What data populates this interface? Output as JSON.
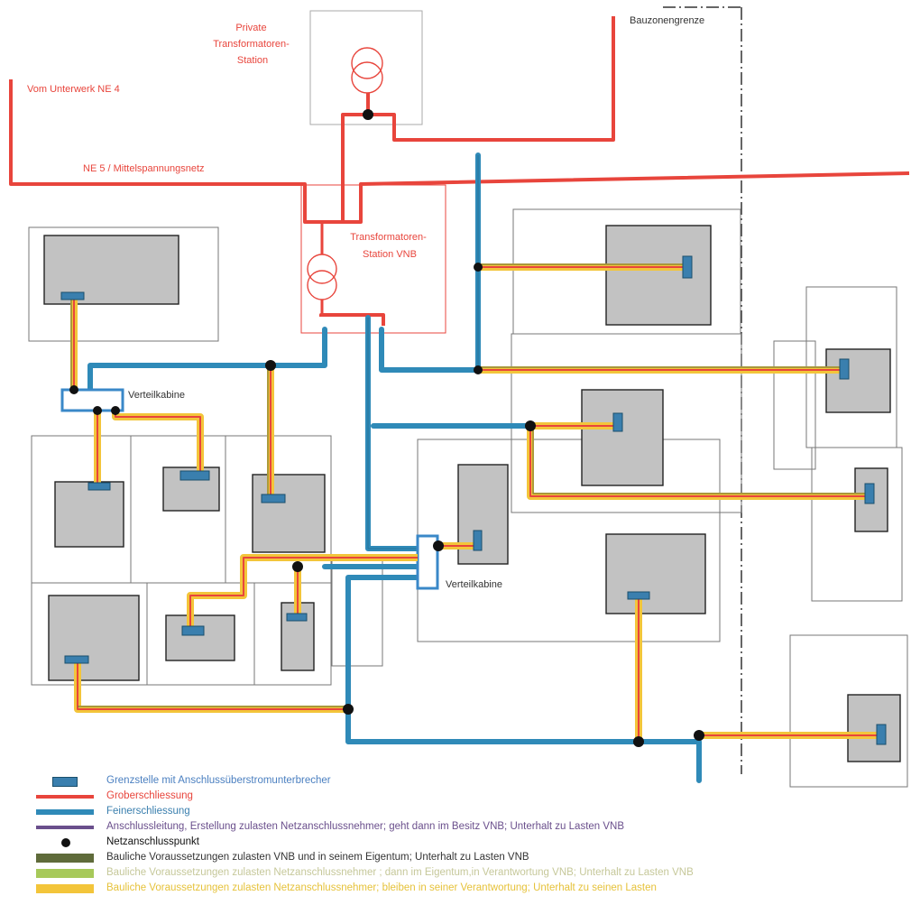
{
  "labels": {
    "private_station": "Private\nTransformatoren-\nStation",
    "bauzonengrenze": "Bauzonengrenze",
    "vom_unterwerk": "Vom Unterwerk NE 4",
    "ne5": "NE 5 / Mittelspannungsnetz",
    "vnb_station": "Transformatoren-\nStation VNB",
    "verteilkabine_1": "Verteilkabine",
    "verteilkabine_2": "Verteilkabine"
  },
  "colors": {
    "grob": "#e8453c",
    "fein": "#2f8ab8",
    "anschluss": "#6a4f8c",
    "punkt": "#111111",
    "grenzstelle": "#3a7fae",
    "bau_vnb": "#5f6b3a",
    "bau_nan_green": "#a7c95a",
    "bau_nan_yellow": "#f3c53a",
    "building": "#c2c2c2"
  },
  "legend": [
    {
      "key": "grenzstelle",
      "text": "Grenzstelle mit Anschlussüberstromunterbrecher",
      "color": "#4a7fc0"
    },
    {
      "key": "grob",
      "text": "Groberschliessung",
      "color": "#e8453c"
    },
    {
      "key": "fein",
      "text": "Feinerschliessung",
      "color": "#3a7fae"
    },
    {
      "key": "anschluss",
      "text": "Anschlussleitung, Erstellung zulasten Netzanschlussnehmer; geht dann im Besitz VNB; Unterhalt zu Lasten VNB",
      "color": "#6a4f8c"
    },
    {
      "key": "punkt",
      "text": "Netzanschlusspunkt",
      "color": "#111111"
    },
    {
      "key": "bau_vnb",
      "text": "Bauliche Voraussetzungen zulasten VNB und in seinem Eigentum; Unterhalt zu Lasten VNB",
      "color": "#5f6b3a"
    },
    {
      "key": "bau_green",
      "text": "Bauliche Voraussetzungen zulasten Netzanschlussnehmer ; dann im Eigentum,in Verantwortung VNB; Unterhalt zu Lasten VNB",
      "color": "#a7c95a"
    },
    {
      "key": "bau_yellow",
      "text": "Bauliche Voraussetzungen zulasten Netzanschlussnehmer; bleiben in seiner Verantwortung; Unterhalt zu seinen Lasten",
      "color": "#e6c23a"
    }
  ]
}
